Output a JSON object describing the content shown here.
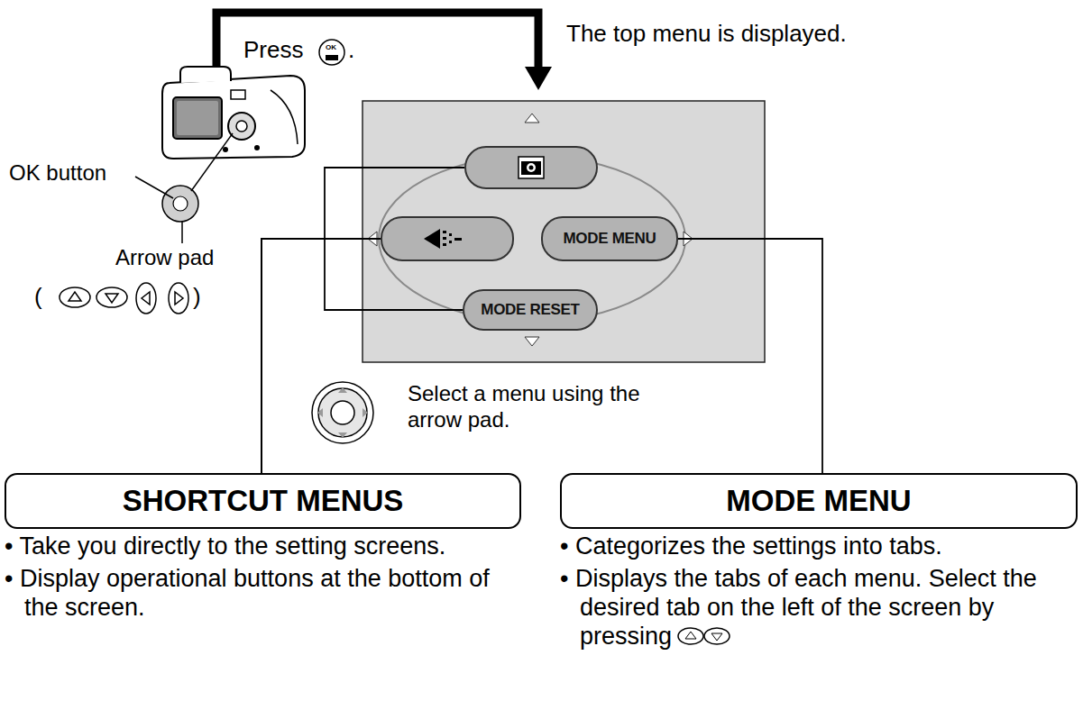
{
  "diagram": {
    "nodes": [
      {
        "text": []
      },
      {
        "text": []
      },
      {
        "text": [
          "MODE MENU"
        ]
      },
      {
        "text": [
          "MODE RESET"
        ]
      },
      {
        "text": [
          "SHORTCUT MENUS",
          "• Take you directly to the setting screens.",
          "• Display operational buttons at the bottom of the screen."
        ]
      },
      {
        "text": [
          "MODE MENU",
          "• Categorizes the settings into tabs.",
          "• Displays the tabs of each menu. Select the desired tab on the left of the screen by pressing"
        ]
      }
    ],
    "edges": [
      {
        "from": 0,
        "to": 4,
        "arrow": "none"
      },
      {
        "from": 1,
        "to": 4,
        "arrow": "none"
      },
      {
        "from": 3,
        "to": 4,
        "arrow": "none"
      },
      {
        "from": 2,
        "to": 5,
        "arrow": "none"
      }
    ],
    "labels": [
      "Press",
      ".",
      "The top menu is displayed.",
      "OK button",
      "Arrow pad",
      "(",
      ")",
      "Select a menu using the arrow pad.",
      "OK"
    ]
  }
}
